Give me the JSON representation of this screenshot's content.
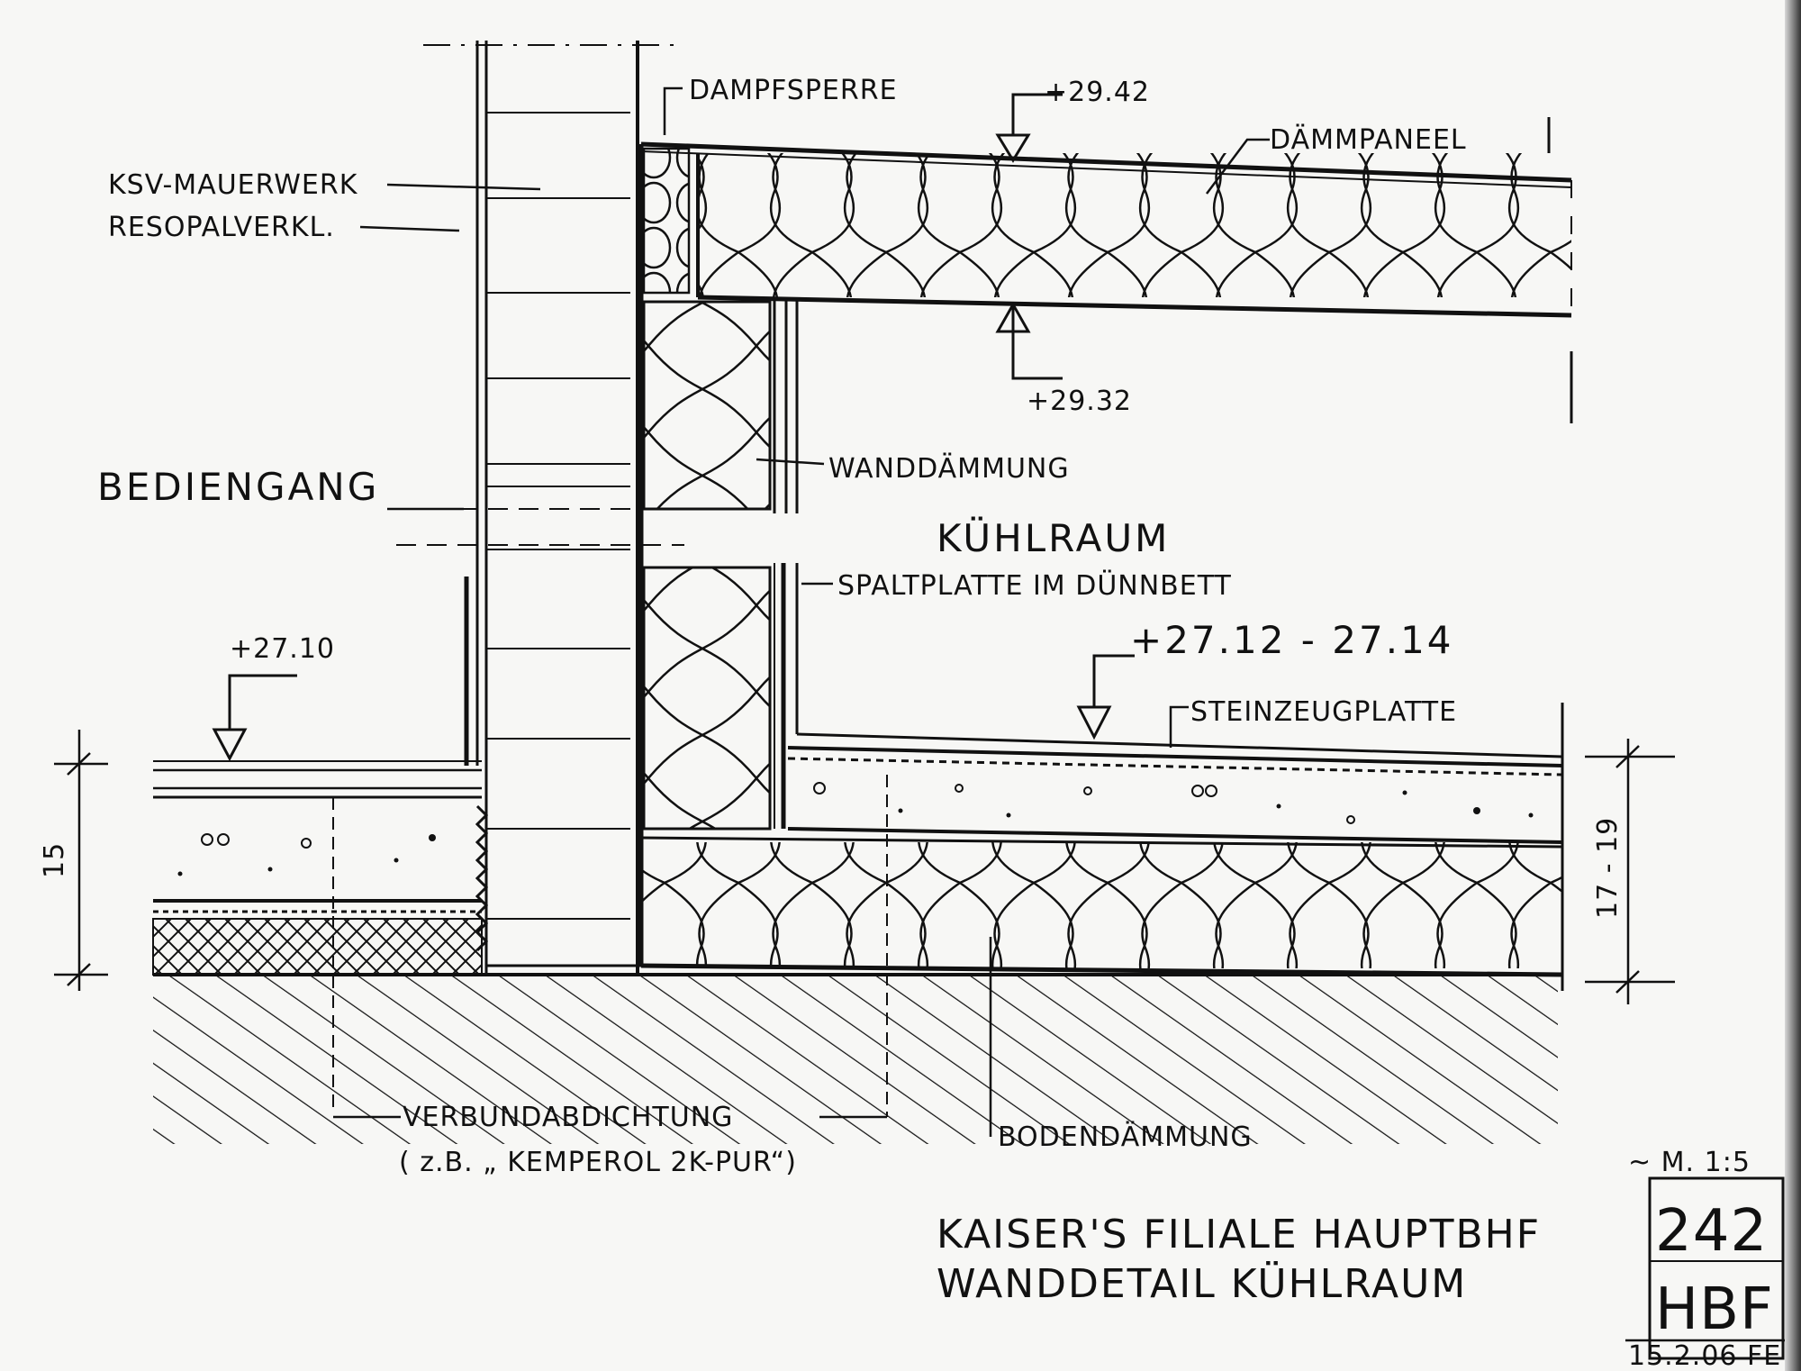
{
  "labels": {
    "dampfsperre": "DAMPFSPERRE",
    "elev_top_upper": "+29.42",
    "daemmpaneel": "DÄMMPANEEL",
    "ksv_line1": "KSV-MAUERWERK",
    "ksv_line2": "RESOPALVERKL.",
    "elev_top_lower": "+29.32",
    "wanddaemmung": "WANDDÄMMUNG",
    "bediengang": "BEDIENGANG",
    "kuehlraum": "KÜHLRAUM",
    "spaltplatte": "SPALTPLATTE IM DÜNNBETT",
    "elev_left_floor": "+27.10",
    "elev_right_floor": "+27.12 - 27.14",
    "steinzeugplatte": "STEINZEUGPLATTE",
    "dim_left": "15",
    "dim_right": "17 - 19",
    "verbundabdichtung": "VERBUNDABDICHTUNG",
    "kemperol": "( z.B. „ KEMPEROL 2K-PUR“)",
    "bodendaemmung": "BODENDÄMMUNG"
  },
  "title_block": {
    "line1": "KAISER'S FILIALE HAUPTBHF",
    "line2": "WANDDETAIL KÜHLRAUM",
    "scale": "~ M. 1:5",
    "sheet_number": "242",
    "sheet_code": "HBF",
    "date_sign": "15.2.06 FE"
  },
  "colors": {
    "ink": "#111111",
    "paper": "#f7f7f5"
  }
}
